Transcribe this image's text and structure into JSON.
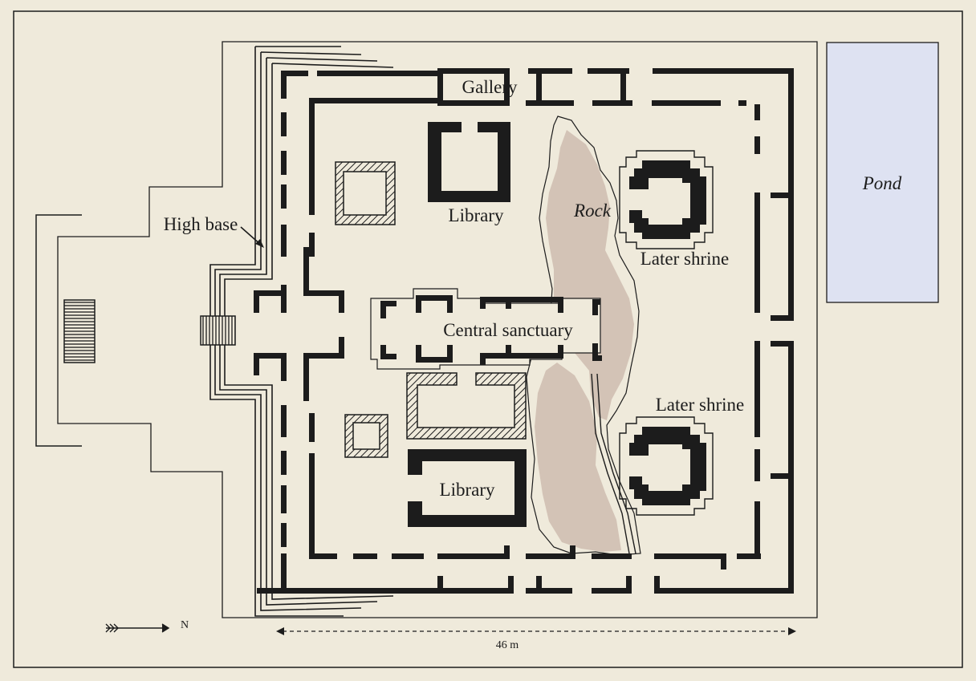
{
  "labels": {
    "gallery": "Gallery",
    "library_north": "Library",
    "library_south": "Library",
    "rock": "Rock",
    "later_shrine_north": "Later shrine",
    "later_shrine_south": "Later shrine",
    "central_sanctuary": "Central sanctuary",
    "high_base": "High base",
    "pond": "Pond",
    "north": "N",
    "scale": "46 m"
  },
  "colors": {
    "paper": "#efeadb",
    "wall": "#1c1c1c",
    "rock": "#d3c3b6",
    "pond": "#dee2f2"
  }
}
